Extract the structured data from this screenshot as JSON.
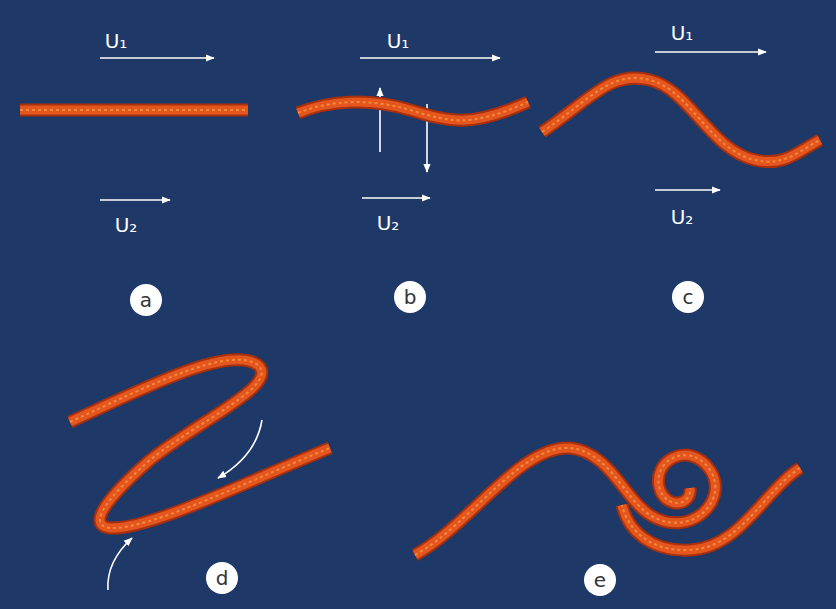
{
  "diagram": {
    "nodes": [
      {
        "text": [
          "a"
        ]
      },
      {
        "text": [
          "b"
        ]
      },
      {
        "text": [
          "c"
        ]
      },
      {
        "text": [
          "d"
        ]
      },
      {
        "text": [
          "e"
        ]
      }
    ],
    "labels": [
      "U₁",
      "U₂",
      "U₁",
      "U₂",
      "U₁",
      "U₂"
    ]
  }
}
